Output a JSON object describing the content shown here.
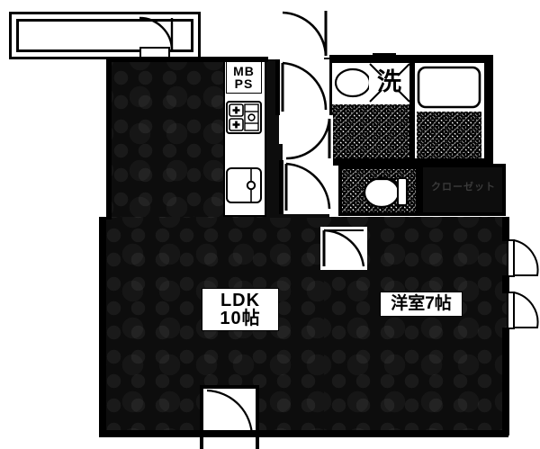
{
  "document": {
    "kind": "floor-plan",
    "title": "1LDK apartment floor plan"
  },
  "rooms": [
    {
      "id": "ldk",
      "name_line1": "LDK",
      "name_line2": "10帖"
    },
    {
      "id": "bedroom",
      "name_line1": "洋室7帖",
      "name_line2": ""
    }
  ],
  "labels": {
    "ldk_line1": "LDK",
    "ldk_line2": "10帖",
    "bedroom": "洋室7帖",
    "mbps_line1": "MB",
    "mbps_line2": "PS",
    "washroom": "洗",
    "closet": "クローゼット"
  },
  "fixtures": [
    {
      "id": "stove",
      "label": "gas-range"
    },
    {
      "id": "sink",
      "label": "kitchen-sink"
    },
    {
      "id": "washbasin",
      "label": "wash-basin"
    },
    {
      "id": "bathtub",
      "label": "bath-tub"
    },
    {
      "id": "toilet",
      "label": "toilet"
    }
  ],
  "openings": [
    {
      "id": "entrance-door",
      "location": "top-left-corridor"
    },
    {
      "id": "corridor-door",
      "location": "top-center"
    },
    {
      "id": "hall-door-1",
      "location": "hallway-upper"
    },
    {
      "id": "hall-door-2",
      "location": "hallway-mid"
    },
    {
      "id": "bath-door",
      "location": "bath-entry"
    },
    {
      "id": "toilet-door",
      "location": "toilet-entry"
    },
    {
      "id": "bedroom-door",
      "location": "ldk-to-bedroom"
    },
    {
      "id": "balcony-door",
      "location": "ldk-south"
    },
    {
      "id": "window-right-1",
      "location": "bedroom-east-upper"
    },
    {
      "id": "window-right-2",
      "location": "bedroom-east-lower"
    }
  ],
  "colors": {
    "wall": "#000000",
    "room_fill": "#0d0d0d",
    "paper": "#ffffff",
    "label_text": "#000000"
  }
}
